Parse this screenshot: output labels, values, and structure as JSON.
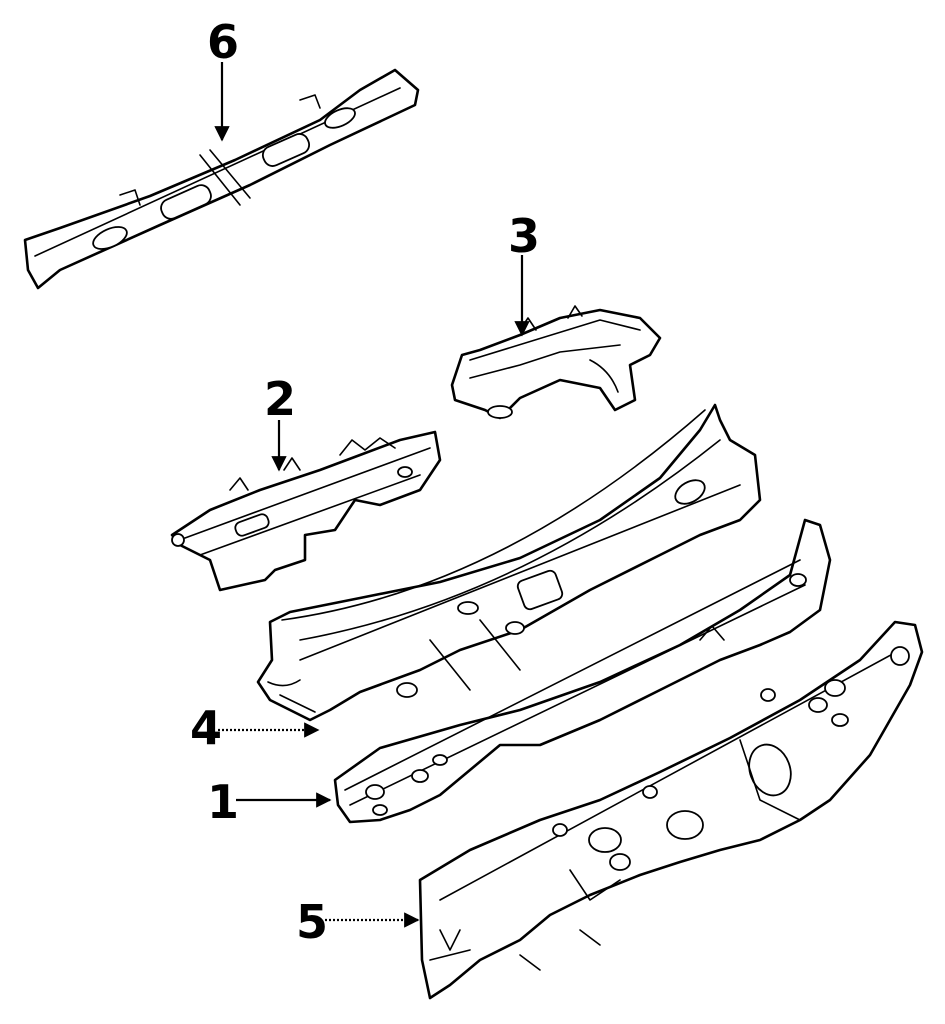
{
  "diagram": {
    "parts": [
      {
        "id": "part-6",
        "label": "6"
      },
      {
        "id": "part-3",
        "label": "3"
      },
      {
        "id": "part-2",
        "label": "2"
      },
      {
        "id": "part-4",
        "label": "4"
      },
      {
        "id": "part-1",
        "label": "1"
      },
      {
        "id": "part-5",
        "label": "5"
      }
    ],
    "colors": {
      "ink": "#000000",
      "paper": "#ffffff"
    }
  }
}
